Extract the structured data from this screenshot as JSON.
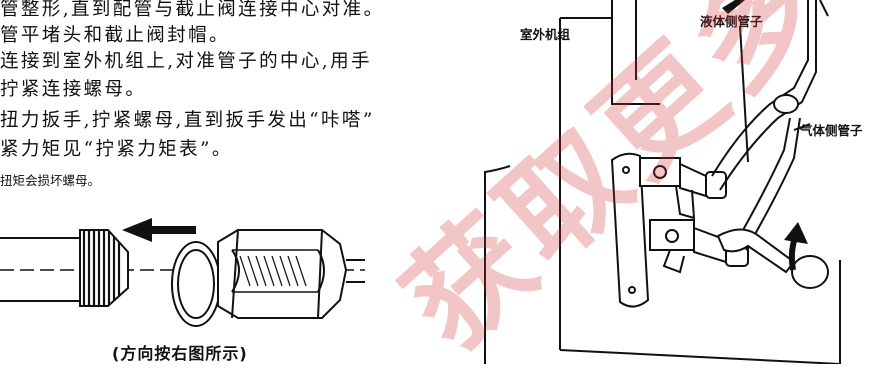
{
  "instructions": {
    "lines": [
      "管整形,直到配管与截止阀连接中心对准。",
      "管平堵头和截止阀封帽。",
      "连接到室外机组上,对准管子的中心,用手",
      "拧紧连接螺母。",
      "扭力扳手,拧紧螺母,直到扳手发出“咔嗒”",
      "紧力矩见“拧紧力矩表”。"
    ],
    "note": "扭矩会损坏螺母。"
  },
  "left_figure": {
    "caption": "(方向按右图所示)"
  },
  "right_figure": {
    "outdoor_unit_label": "室外机组",
    "liquid_pipe_label": "液体侧管子",
    "gas_pipe_label": "气体侧管子"
  },
  "watermark": {
    "text": "获取更多",
    "color": "#d23232"
  }
}
